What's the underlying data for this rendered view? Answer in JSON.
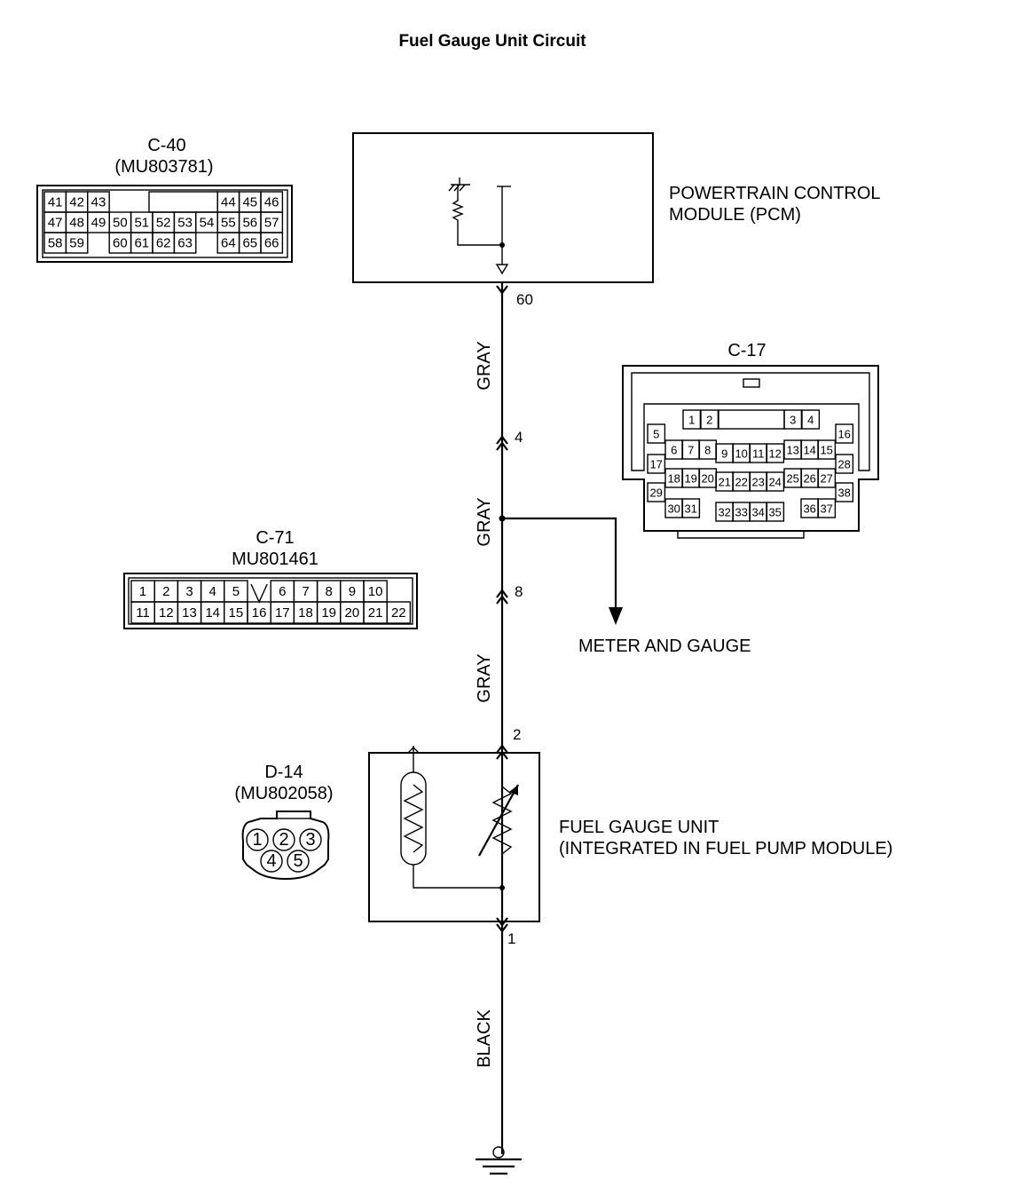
{
  "title": "Fuel Gauge Unit Circuit",
  "pcm": {
    "name_line1": "POWERTRAIN CONTROL",
    "name_line2": "MODULE (PCM)",
    "terminal": "60"
  },
  "fuel_gauge_unit": {
    "name_line1": "FUEL GAUGE UNIT",
    "name_line2": "(INTEGRATED IN FUEL PUMP MODULE)",
    "terminal_top": "2",
    "terminal_bottom": "1"
  },
  "meter": {
    "label": "METER AND GAUGE"
  },
  "wires": [
    {
      "color": "GRAY"
    },
    {
      "color": "GRAY"
    },
    {
      "color": "GRAY"
    },
    {
      "color": "BLACK"
    }
  ],
  "junctions": {
    "upper": "4",
    "lower": "8"
  },
  "connectors": {
    "c40": {
      "id": "C-40",
      "part": "(MU803781)",
      "rows": [
        [
          "41",
          "42",
          "43",
          "",
          "",
          "",
          "",
          "",
          "44",
          "45",
          "46"
        ],
        [
          "47",
          "48",
          "49",
          "50",
          "51",
          "52",
          "53",
          "54",
          "55",
          "56",
          "57"
        ],
        [
          "58",
          "59",
          "",
          "60",
          "61",
          "62",
          "63",
          "",
          "64",
          "65",
          "66"
        ]
      ]
    },
    "c71": {
      "id": "C-71",
      "part": "MU801461",
      "rows": [
        [
          "1",
          "2",
          "3",
          "4",
          "5",
          "",
          "6",
          "7",
          "8",
          "9",
          "10"
        ],
        [
          "11",
          "12",
          "13",
          "14",
          "15",
          "16",
          "17",
          "18",
          "19",
          "20",
          "21",
          "22"
        ]
      ]
    },
    "d14": {
      "id": "D-14",
      "part": "(MU802058)",
      "pins": [
        "1",
        "2",
        "3",
        "4",
        "5"
      ]
    },
    "c17": {
      "id": "C-17",
      "row0": [
        "1",
        "2",
        "3",
        "4"
      ],
      "row1": [
        "5",
        "6",
        "7",
        "8",
        "9",
        "10",
        "11",
        "12",
        "13",
        "14",
        "15",
        "16"
      ],
      "row2": [
        "17",
        "28"
      ],
      "row3": [
        "18",
        "19",
        "20",
        "21",
        "22",
        "23",
        "24",
        "25",
        "26",
        "27"
      ],
      "row4": [
        "29",
        "38"
      ],
      "row5": [
        "30",
        "31",
        "32",
        "33",
        "34",
        "35",
        "36",
        "37"
      ]
    }
  }
}
